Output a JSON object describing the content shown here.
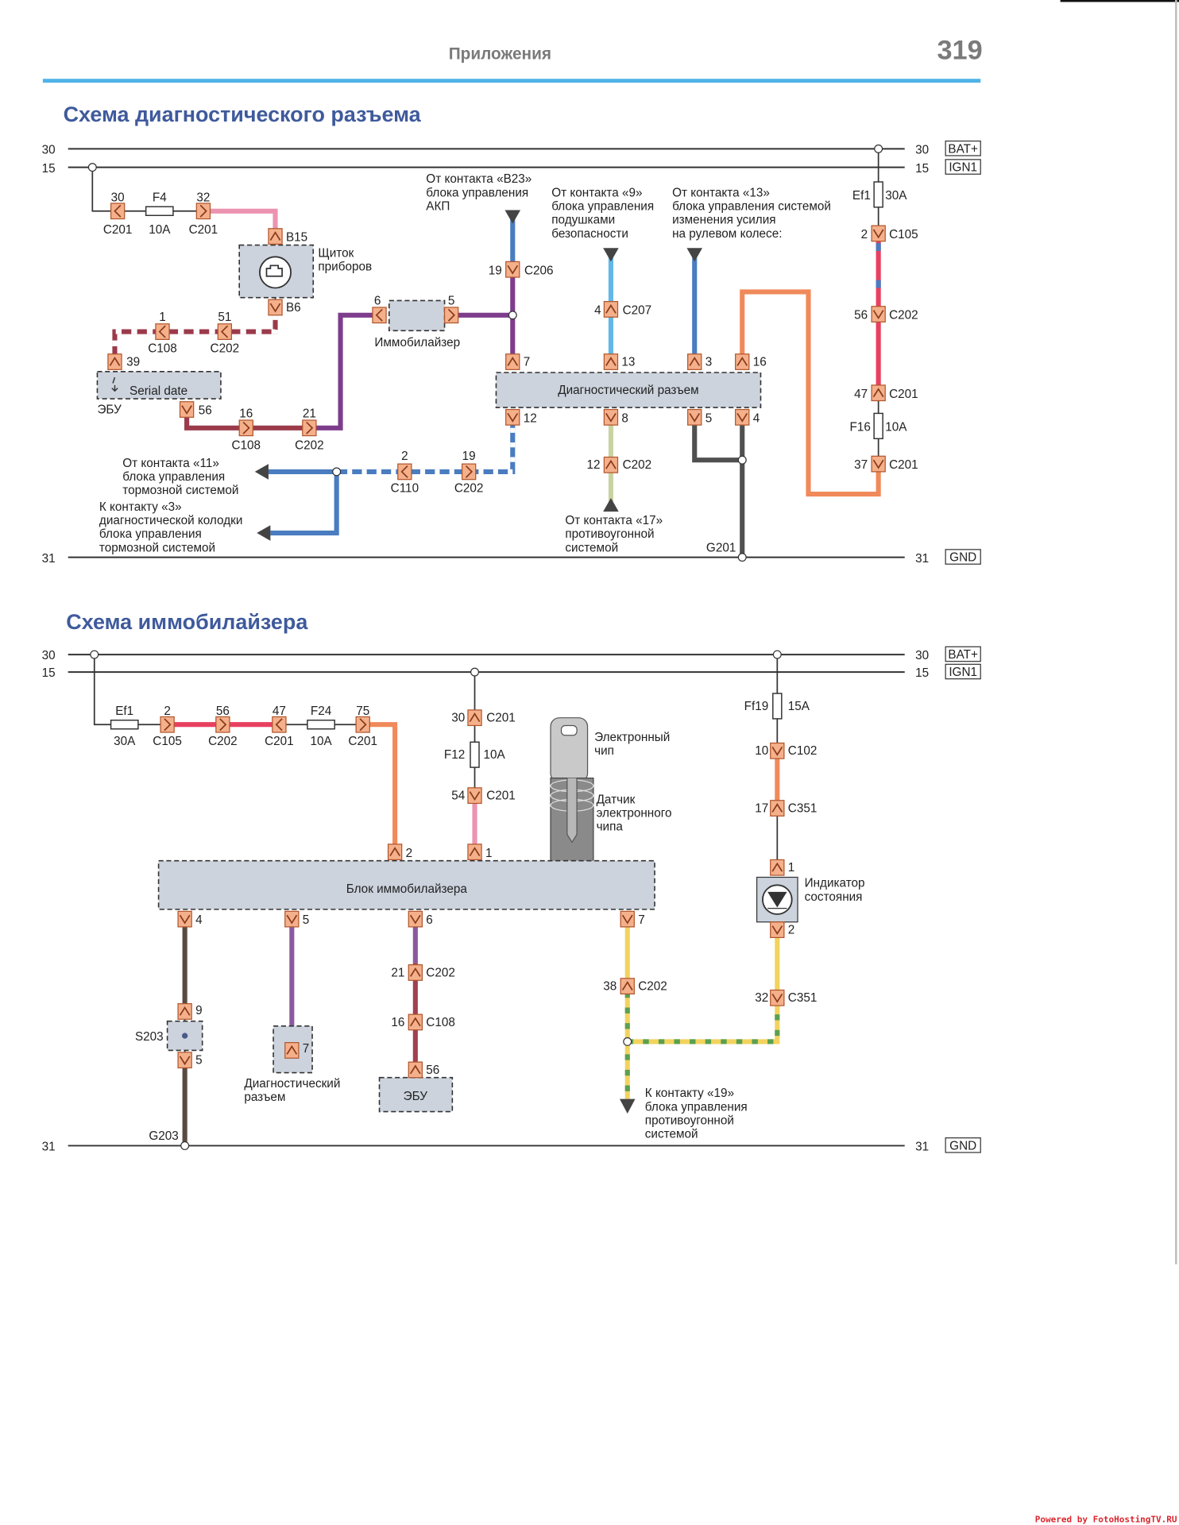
{
  "header": {
    "section": "Приложения",
    "page": "319"
  },
  "colors": {
    "accent_rule": "#4fb3e8",
    "title": "#3f5a9c",
    "connector": "#f4b08a"
  },
  "rails": {
    "r30": "30",
    "r15": "15",
    "r31": "31",
    "bat": "BAT+",
    "ign": "IGN1",
    "gnd": "GND"
  },
  "diag": {
    "title": "Схема диагностического разъема",
    "t": [
      "30",
      "F4",
      "32",
      "C201",
      "10A",
      "C201",
      "B15",
      "Щиток",
      "приборов",
      "B6",
      "1",
      "51",
      "C108",
      "C202",
      "39",
      "Serial date",
      "ЭБУ",
      "56",
      "16",
      "21",
      "C108",
      "C202",
      "6",
      "5",
      "Иммобилайзер",
      "От контакта «B23»",
      "блока управления",
      "АКП",
      "19",
      "C206",
      "7",
      "От контакта «9»",
      "блока управления",
      "подушками",
      "безопасности",
      "4",
      "C207",
      "13",
      "От контакта «13»",
      "блока управления системой",
      "изменения усилия",
      "на рулевом колесе:",
      "3",
      "16",
      "Диагностический разъем",
      "12",
      "8",
      "5",
      "4",
      "Ef1",
      "30A",
      "2",
      "C105",
      "56",
      "C202",
      "47",
      "C201",
      "F16",
      "10A",
      "37",
      "C201",
      "2",
      "19",
      "C110",
      "C202",
      "От контакта «11»",
      "блока управления",
      "тормозной системой",
      "К контакту «3»",
      "диагностической колодки",
      "блока управления",
      "тормозной системой",
      "12",
      "C202",
      "От контакта «17»",
      "противоугонной",
      "системой",
      "G201"
    ]
  },
  "immo": {
    "title": "Схема иммобилайзера",
    "t": [
      "Ef1",
      "2",
      "56",
      "47",
      "F24",
      "75",
      "30A",
      "C105",
      "C202",
      "C201",
      "10A",
      "C201",
      "30",
      "C201",
      "F12",
      "10A",
      "54",
      "C201",
      "Электронный",
      "чип",
      "Датчик",
      "электронного",
      "чипа",
      "2",
      "1",
      "Блок иммобилайзера",
      "4",
      "5",
      "6",
      "7",
      "9",
      "S203",
      "5",
      "G203",
      "7",
      "Диагностический",
      "разъем",
      "21",
      "C202",
      "16",
      "C108",
      "56",
      "ЭБУ",
      "38",
      "C202",
      "К контакту «19»",
      "блока управления",
      "противоугонной",
      "системой",
      "Ff19",
      "15A",
      "10",
      "C102",
      "17",
      "C351",
      "1",
      "Индикатор",
      "состояния",
      "2",
      "32",
      "C351"
    ]
  },
  "footer": {
    "credit": "Powered by FotoHostingTV.RU"
  }
}
